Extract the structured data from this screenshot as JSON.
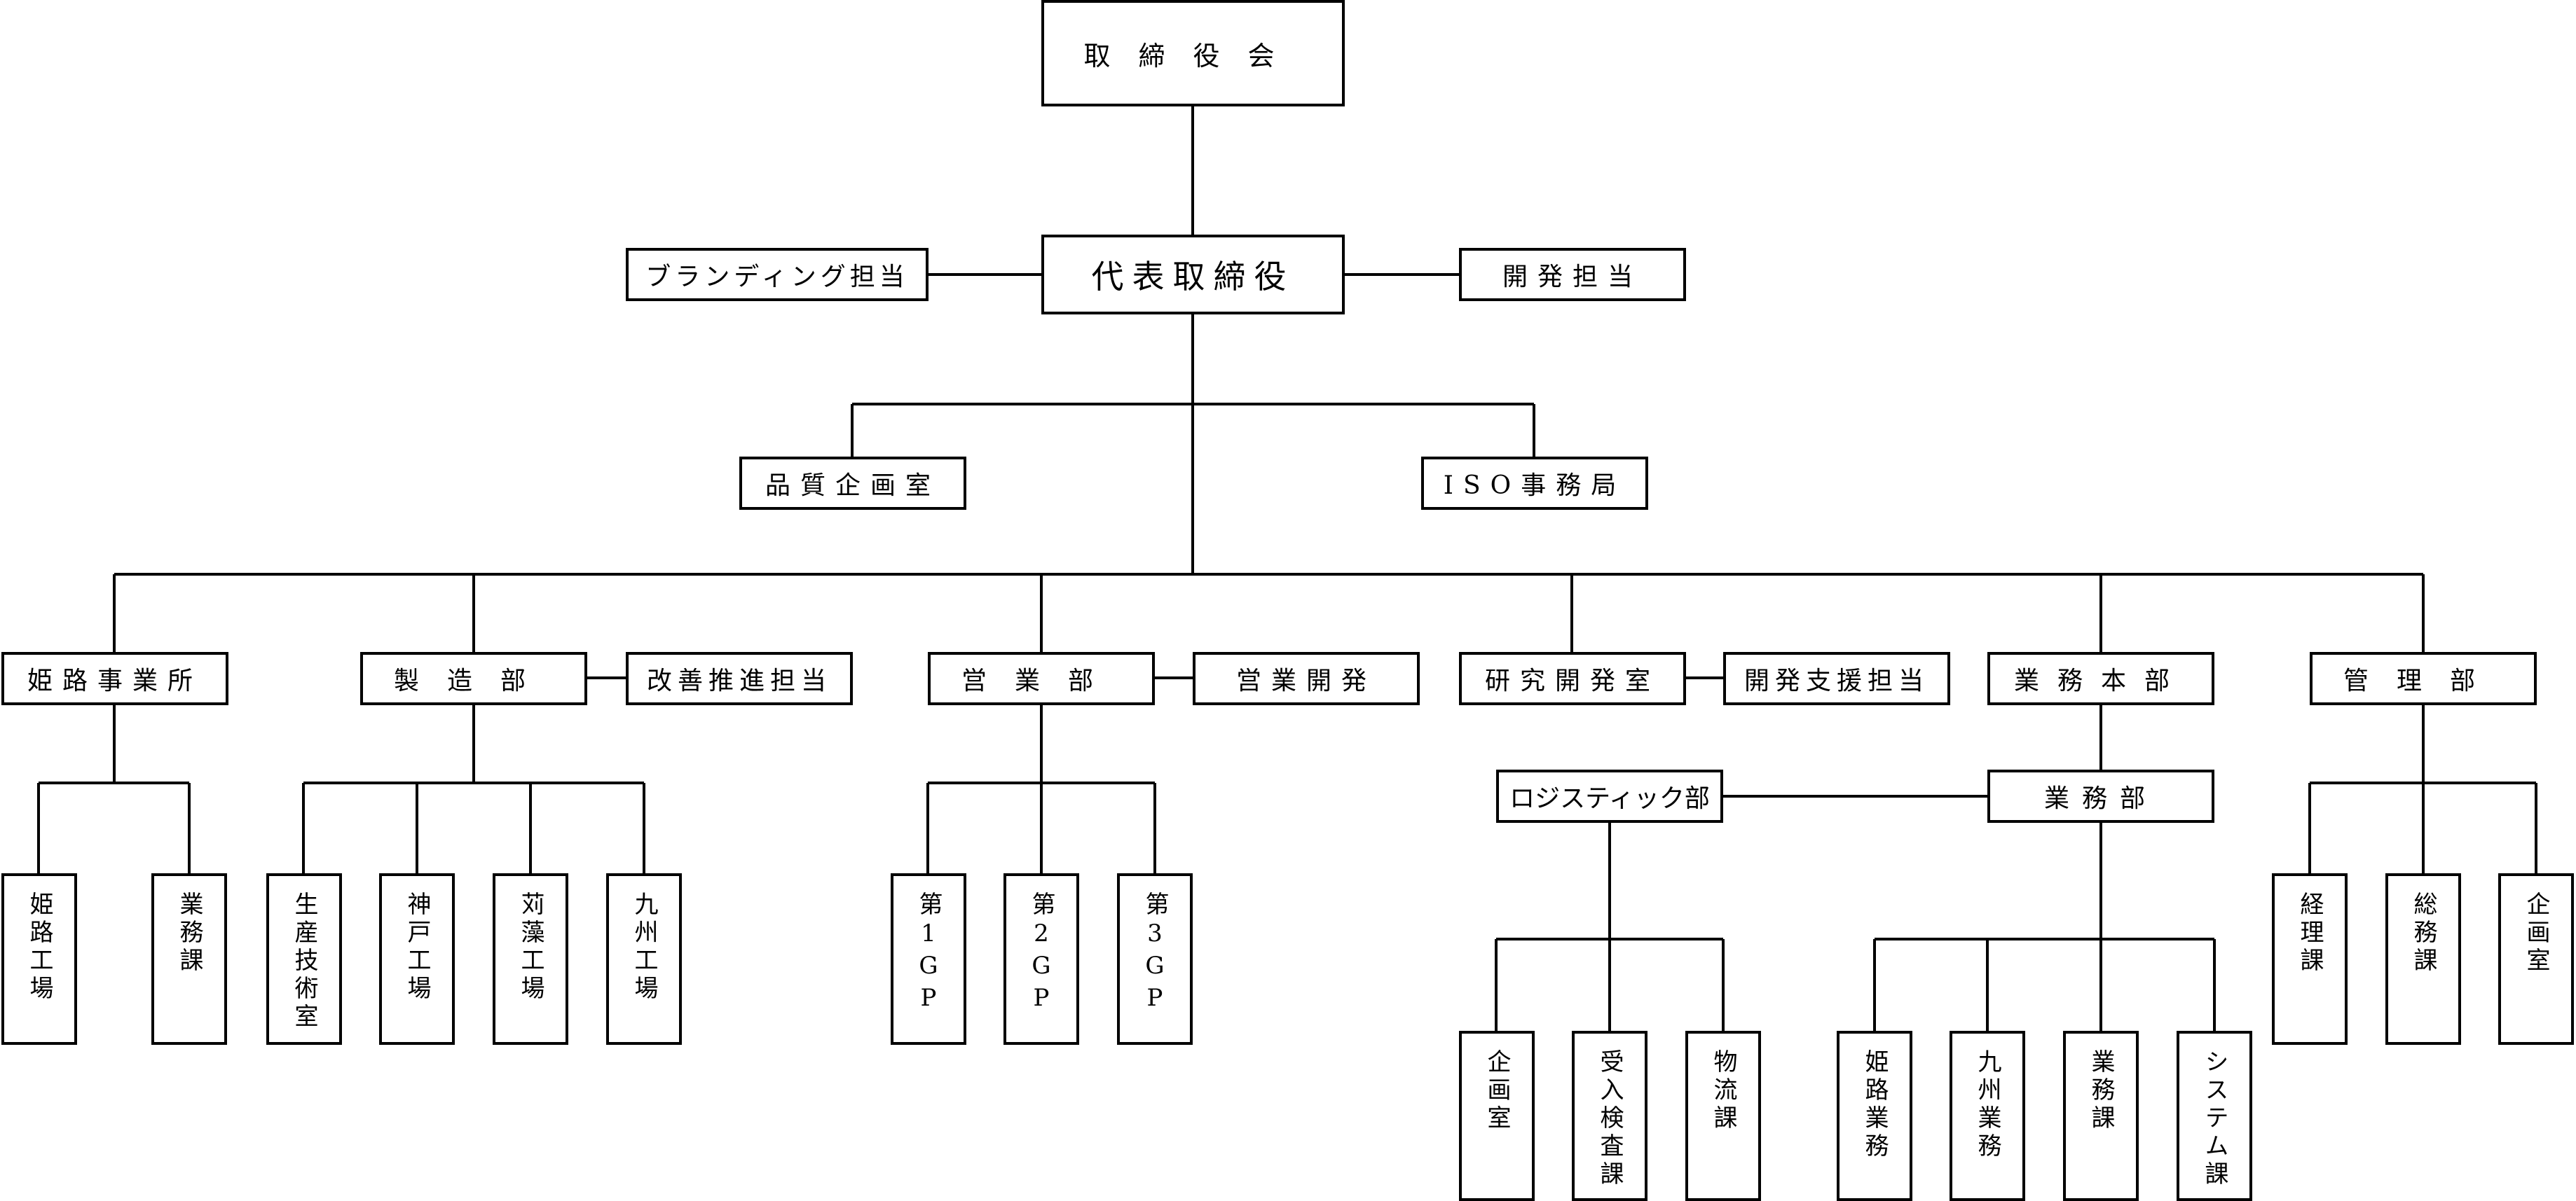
{
  "chart": {
    "title_node": "取締役会",
    "ceo": "代表取締役",
    "staff_left": "ブランディング担当",
    "staff_right": "開発担当",
    "office_left": "品質企画室",
    "office_right": "ISO事務局",
    "departments": [
      {
        "label": "姫路事業所",
        "children": [
          "姫路工場",
          "業務課"
        ]
      },
      {
        "label": "製造部",
        "side": "改善推進担当",
        "children": [
          "生産技術室",
          "神戸工場",
          "苅藻工場",
          "九州工場"
        ]
      },
      {
        "label": "営業部",
        "side": "営業開発",
        "children": [
          "第1GP",
          "第2GP",
          "第3GP"
        ]
      },
      {
        "label": "研究開発室",
        "side": "開発支援担当"
      },
      {
        "label": "業務本部",
        "sub": {
          "label": "業務部",
          "side": "ロジスティック部",
          "children": [
            "姫路業務",
            "九州業務",
            "業務課",
            "システム課"
          ],
          "side_children": [
            "企画室",
            "受入検査課",
            "物流課"
          ]
        }
      },
      {
        "label": "管理部",
        "children": [
          "経理課",
          "総務課",
          "企画室"
        ]
      }
    ]
  }
}
